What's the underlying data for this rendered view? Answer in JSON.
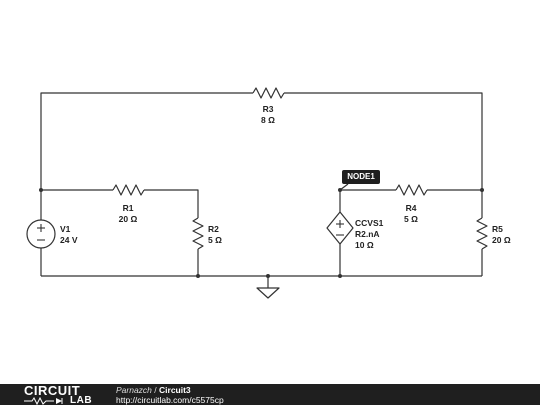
{
  "components": {
    "v1": {
      "name": "V1",
      "value": "24 V"
    },
    "r1": {
      "name": "R1",
      "value": "20 Ω"
    },
    "r2": {
      "name": "R2",
      "value": "5 Ω"
    },
    "r3": {
      "name": "R3",
      "value": "8 Ω"
    },
    "r4": {
      "name": "R4",
      "value": "5 Ω"
    },
    "r5": {
      "name": "R5",
      "value": "20 Ω"
    },
    "ccvs1": {
      "name": "CCVS1",
      "expr": "R2.nA",
      "value": "10 Ω"
    }
  },
  "node_label": "NODE1",
  "footer": {
    "logo_top": "CIRCUIT",
    "logo_bottom": "LAB",
    "author": "Parnazch",
    "separator": " / ",
    "circuit_name": "Circuit3",
    "url": "http://circuitlab.com/c5575cp"
  },
  "colors": {
    "wire": "#333333",
    "footer_bg": "#1f1f1f"
  }
}
